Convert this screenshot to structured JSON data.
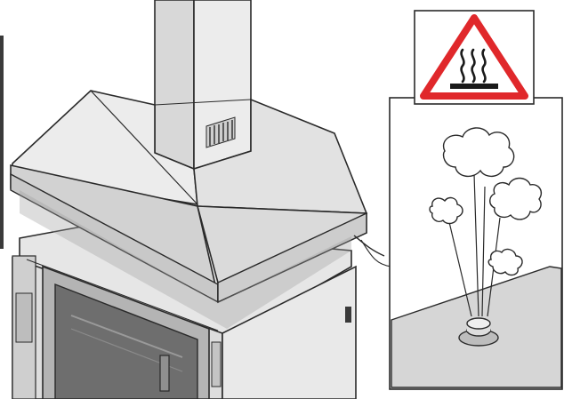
{
  "figure": {
    "kind": "installation-illustration",
    "subject": "extraction-hood-over-oven",
    "warning_sign": {
      "symbol": "hot-surface-icon",
      "shape": "triangle",
      "border_color": "#e0282b",
      "fill_color": "#ffffff"
    },
    "detail_callout": {
      "content": "steam-vent-icon",
      "steam_clouds": 4
    },
    "colors": {
      "line": "#2a2a2a",
      "surface_light": "#efefef",
      "surface_mid": "#dcdcdc",
      "surface_dark": "#bdbdbd",
      "oven_face": "#a9a9a9",
      "glass": "#6e6e6e"
    }
  }
}
